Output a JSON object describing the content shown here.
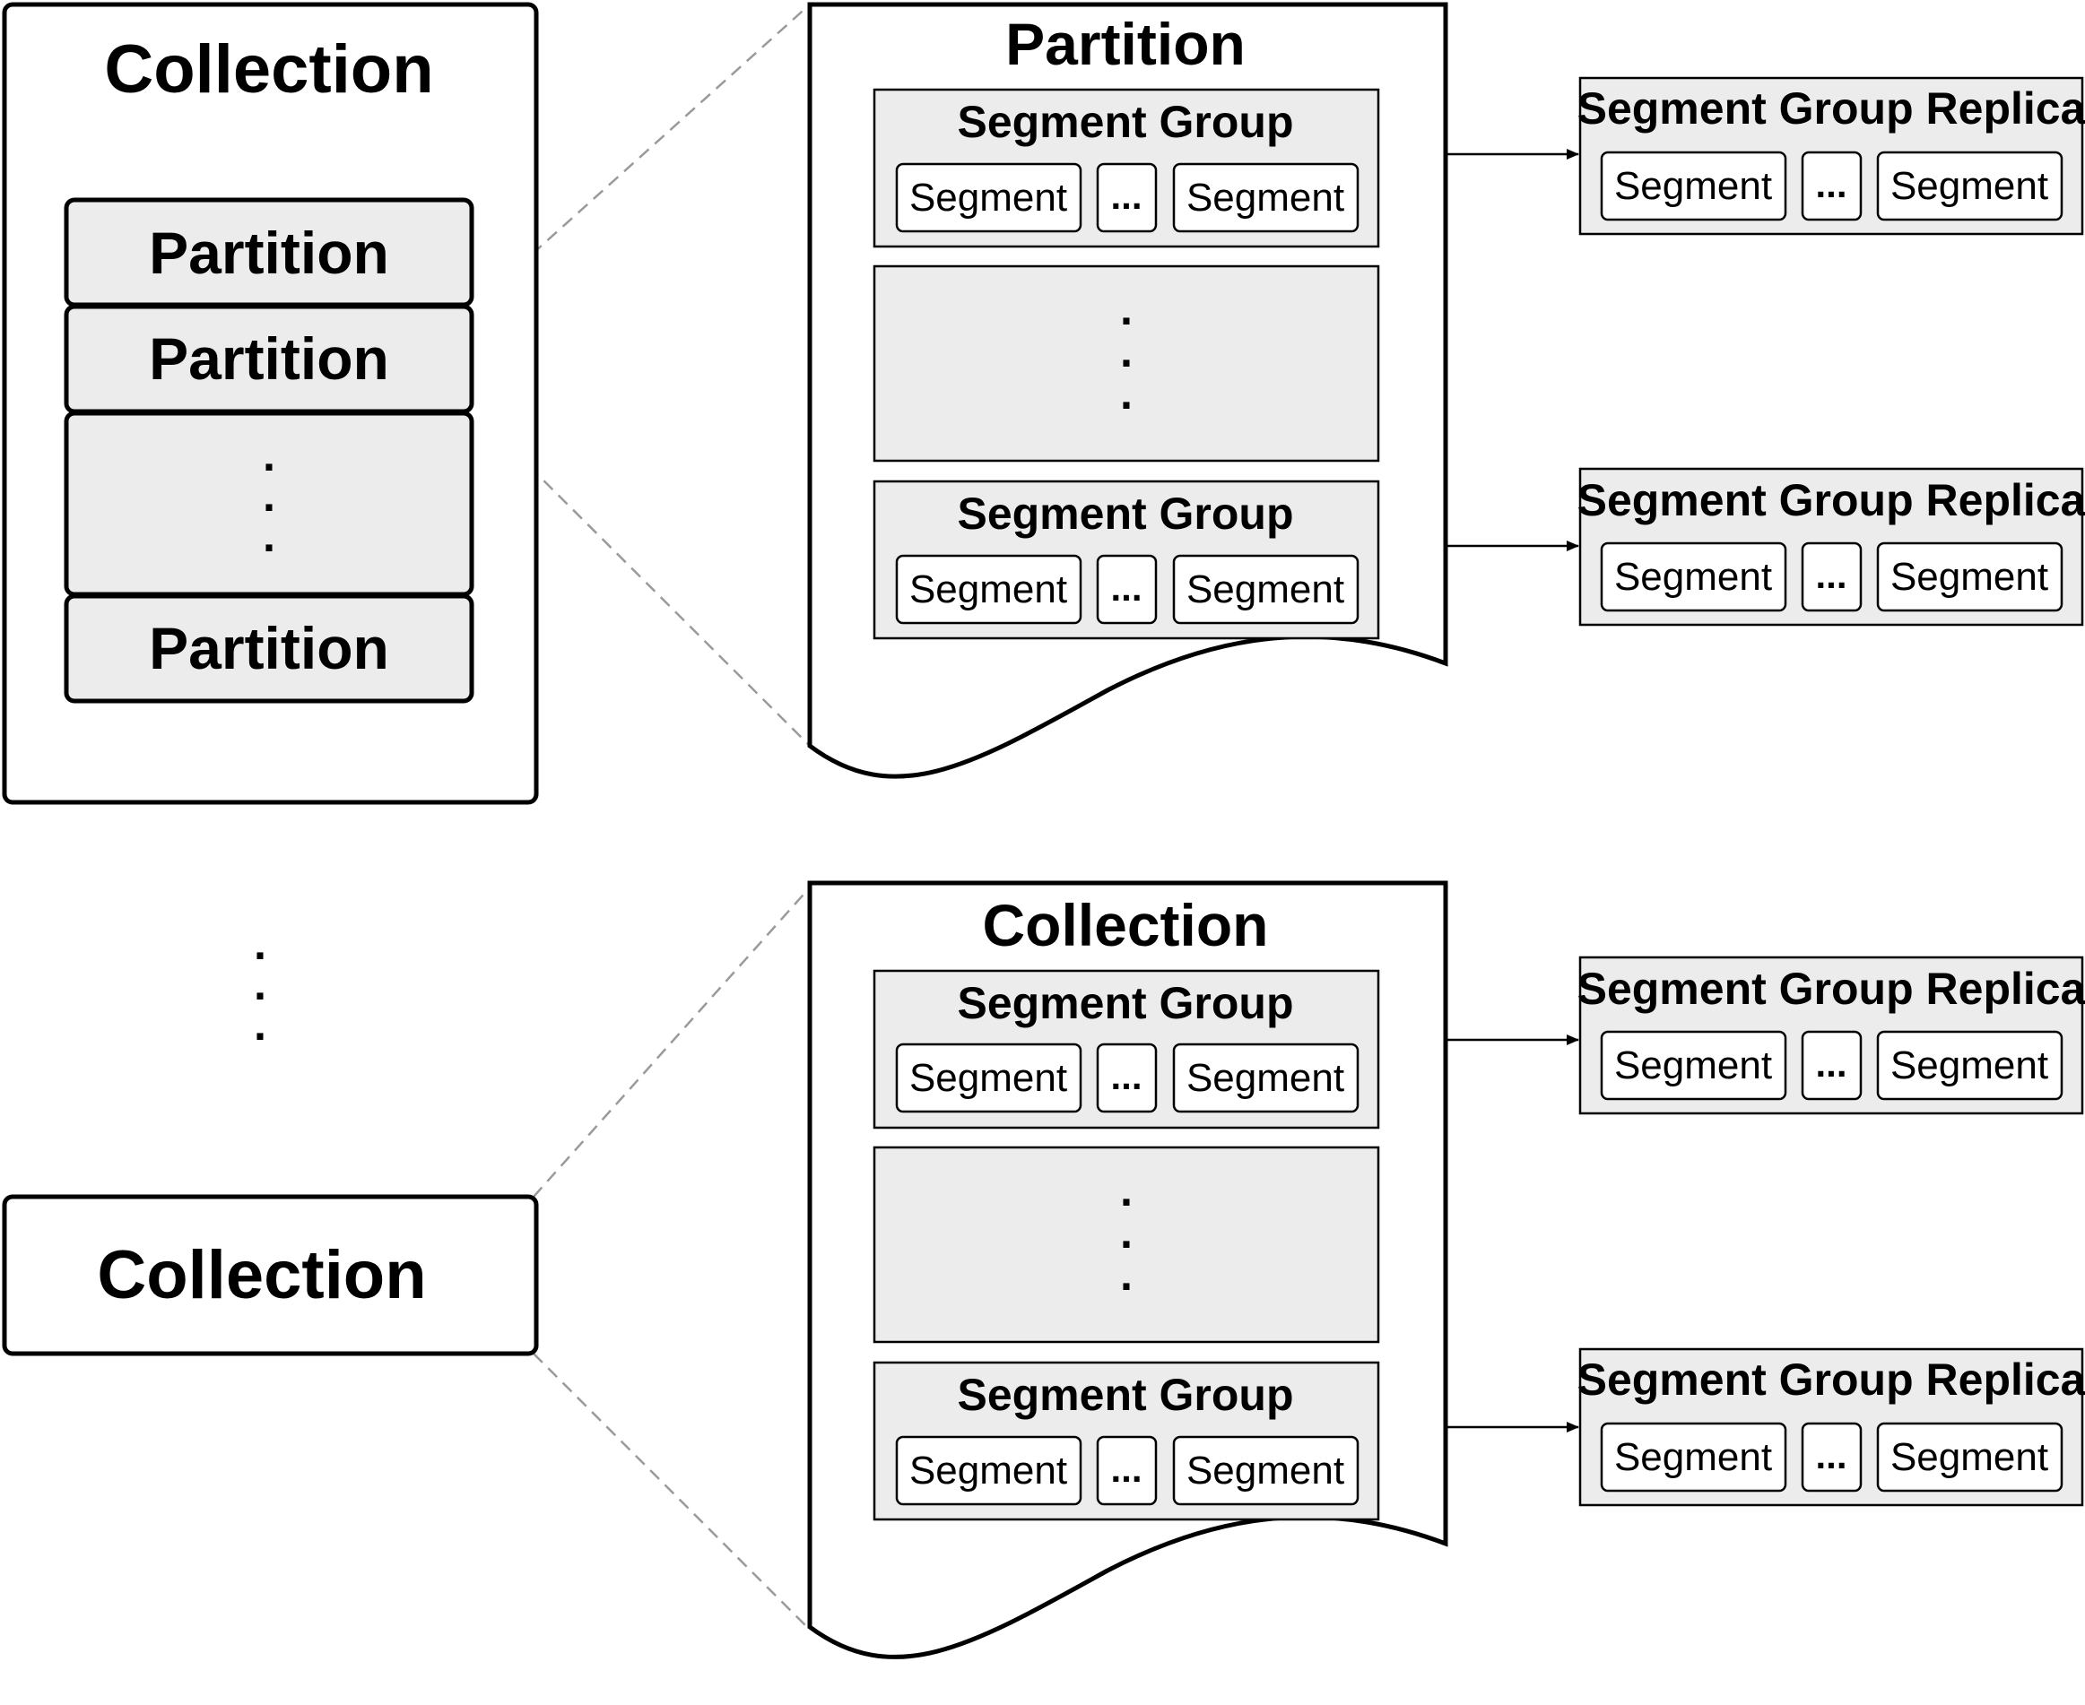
{
  "collection_detail": {
    "title": "Collection",
    "partitions": [
      "Partition",
      "Partition",
      "Partition"
    ],
    "ellipsis": "..."
  },
  "collection_compact": {
    "title": "Collection"
  },
  "between_collections_ellipsis": "...",
  "doc_top": {
    "title": "Partition",
    "groups": [
      {
        "title": "Segment Group",
        "segment_left": "Segment",
        "ellipsis": "...",
        "segment_right": "Segment"
      },
      {
        "title": "Segment Group",
        "segment_left": "Segment",
        "ellipsis": "...",
        "segment_right": "Segment"
      }
    ],
    "middle_ellipsis": "..."
  },
  "doc_bottom": {
    "title": "Collection",
    "groups": [
      {
        "title": "Segment Group",
        "segment_left": "Segment",
        "ellipsis": "...",
        "segment_right": "Segment"
      },
      {
        "title": "Segment Group",
        "segment_left": "Segment",
        "ellipsis": "...",
        "segment_right": "Segment"
      }
    ],
    "middle_ellipsis": "..."
  },
  "replicas": [
    {
      "title": "Segment Group Replica",
      "segment_left": "Segment",
      "ellipsis": "...",
      "segment_right": "Segment"
    },
    {
      "title": "Segment Group Replica",
      "segment_left": "Segment",
      "ellipsis": "...",
      "segment_right": "Segment"
    },
    {
      "title": "Segment Group Replica",
      "segment_left": "Segment",
      "ellipsis": "...",
      "segment_right": "Segment"
    },
    {
      "title": "Segment Group Replica",
      "segment_left": "Segment",
      "ellipsis": "...",
      "segment_right": "Segment"
    }
  ],
  "colors": {
    "box_fill": "#ececec",
    "stroke": "#000000",
    "dashed_connector": "#9a9a9a"
  }
}
